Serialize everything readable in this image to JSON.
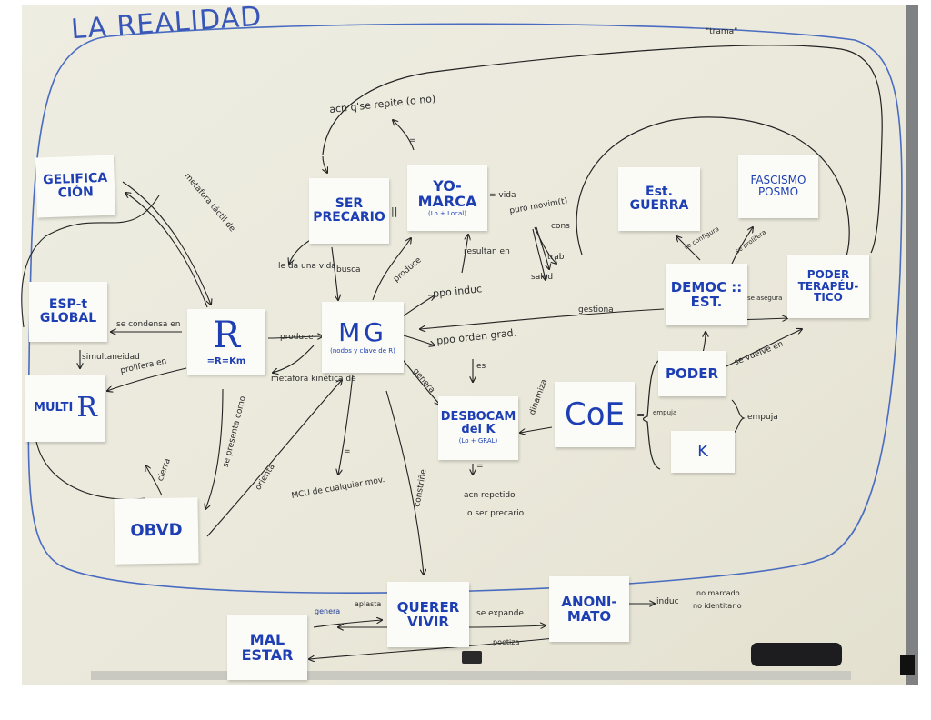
{
  "colors": {
    "whiteboard": "#eeecdf",
    "marker_blue": "#1e3fb4",
    "pen_black": "#222222",
    "sticky": "#fbfcf7"
  },
  "board_title": "LA REALIDAD",
  "notes": {
    "gelificacion": "GELIFICA CIÓN",
    "esp_t_global": "ESP-t GLOBAL",
    "multi_r": "MULTI",
    "r_glyph": "R",
    "r_formula": "=R=Km",
    "obvd": "OBVD",
    "ser_precario": "SER PRECARIO",
    "yo_marca": "YO- MARCA",
    "yo_marca_sub": "(Lo + Local)",
    "mg": "MG",
    "mg_sub": "(nodos y clave de R)",
    "desbocam": "DESBOCAM del K",
    "desbocam_sub": "(Lo + GRAL)",
    "coe": "CoE",
    "est_guerra": "Est. GUERRA",
    "fascismo": "FASCISMO POSMO",
    "democ": "DEMOC :: EST.",
    "poder_terapeutico": "PODER TERAPÉU- TICO",
    "poder": "PODER",
    "k": "K",
    "querer_vivir": "QUERER VIVIR",
    "anonimato": "ANONI- MATO",
    "mal_estar": "MAL ESTAR"
  },
  "annotations": {
    "trama": "\"trama\"",
    "acn_repite": "acn q'se repite (o no)",
    "equals_top": "=",
    "parallel": "||",
    "vida": "= vida",
    "puro_movimiento": "puro movim(t)",
    "cons": "cons",
    "trab": "trab",
    "salud": "salud",
    "metafora_tactil": "metafora táctil de",
    "le_da_una_vida": "le da una vida",
    "busca": "busca",
    "produce_yo": "produce",
    "resultan_en": "resultan en",
    "ppo_induc": "ppo induc",
    "gestiona": "gestiona",
    "ppo_orden": "ppo orden grad.",
    "es": "es",
    "genera_desb": "genera",
    "dinamiza": "dinamiza",
    "se_condensa": "se condensa en",
    "simultaneidad": "simultaneidad",
    "prolifera_en": "prolifera en",
    "produce_r": "produce",
    "metafora_kinetica": "metafora kinética de",
    "se_presenta_como": "se presenta como",
    "cierra": "cierra",
    "orienta": "orienta",
    "equals_mid": "=",
    "mcu": "MCU de cualquier mov.",
    "constrine": "constriñe",
    "acn_repetido": "acn repetido",
    "o_ser_precario": "o ser precario",
    "equals_desb": "=",
    "empuja_left": "empuja",
    "empuja_right": "empuja",
    "equals_coe": "=",
    "se_vuelve_en": "se vuelve en",
    "se_asegura": "se asegura",
    "se_configura": "se configura",
    "se_prolifera": "se prolifera",
    "genera_mal": "genera",
    "aplasta": "aplasta",
    "se_expande": "se expande",
    "poetiza": "poetiza",
    "induc_anon": "induc",
    "no_marcado": "no marcado",
    "no_identitario": "no identitario"
  }
}
